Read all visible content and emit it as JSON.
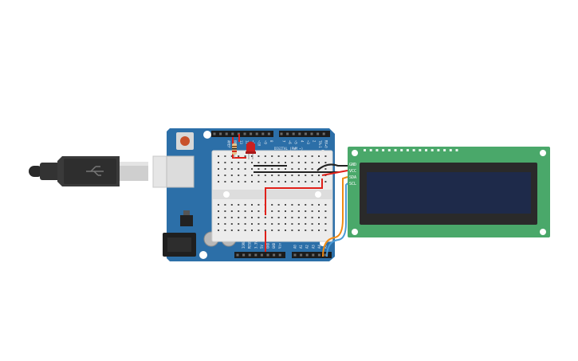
{
  "arduino": {
    "digital_header_label": "DIGITAL (PWM ~)",
    "top_pins": [
      "AREF",
      "GND",
      "13",
      "12",
      "~11",
      "~10",
      "~9",
      "8",
      "7",
      "~6",
      "~5",
      "4",
      "~3",
      "2",
      "TX▸1",
      "RX◂0"
    ],
    "power_pins": [
      "IOREF",
      "RESET",
      "3.3V",
      "5V",
      "GND",
      "GND",
      "Vin"
    ],
    "analog_pins": [
      "A0",
      "A1",
      "A2",
      "A3",
      "A4",
      "A5"
    ]
  },
  "lcd": {
    "pins": [
      "GND",
      "VCC",
      "SDA",
      "SCL"
    ],
    "screen_color": "#1e2a4a",
    "board_color": "#4aa86a"
  },
  "colors": {
    "arduino_board": "#2c6fa8",
    "wire_red": "#e0201a",
    "wire_black": "#222222",
    "wire_orange": "#f08a12",
    "wire_blue": "#4a9ad6",
    "led": "#cc2020"
  },
  "components": {
    "usb_cable": "usb-cable",
    "breadboard": "mini-breadboard",
    "led": "red-led",
    "resistor": "resistor",
    "lcd": "lcd-16x2-i2c"
  }
}
